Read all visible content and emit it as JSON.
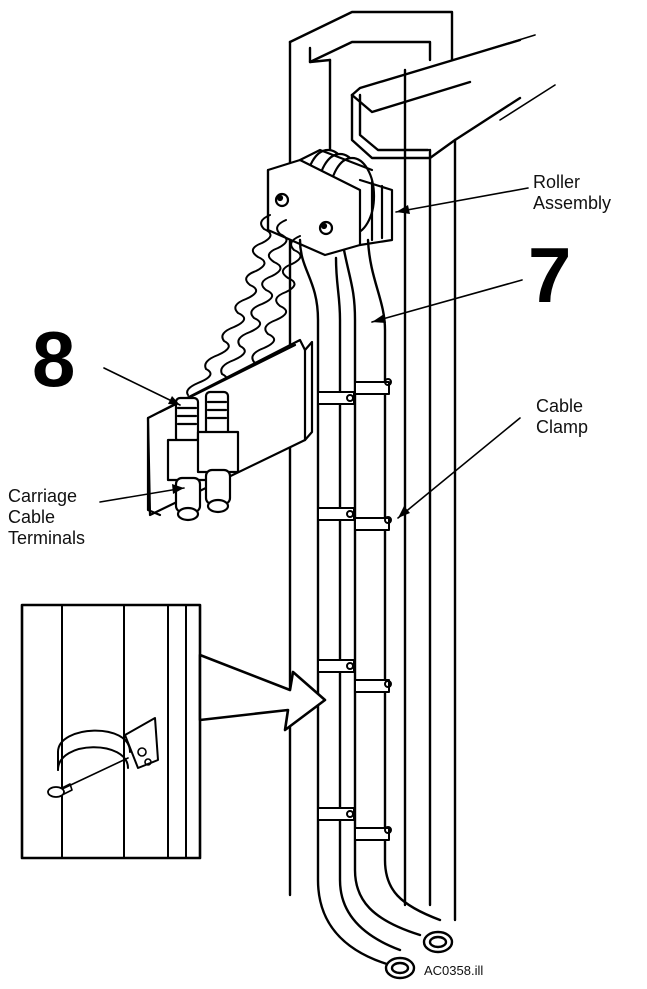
{
  "callouts": {
    "roller_assembly": "Roller\nAssembly",
    "cable_clamp": "Cable\nClamp",
    "carriage_cable_terminals": "Carriage\nCable\nTerminals"
  },
  "step_numbers": {
    "step_7": "7",
    "step_8": "8"
  },
  "figure_code": "AC0358.ill"
}
